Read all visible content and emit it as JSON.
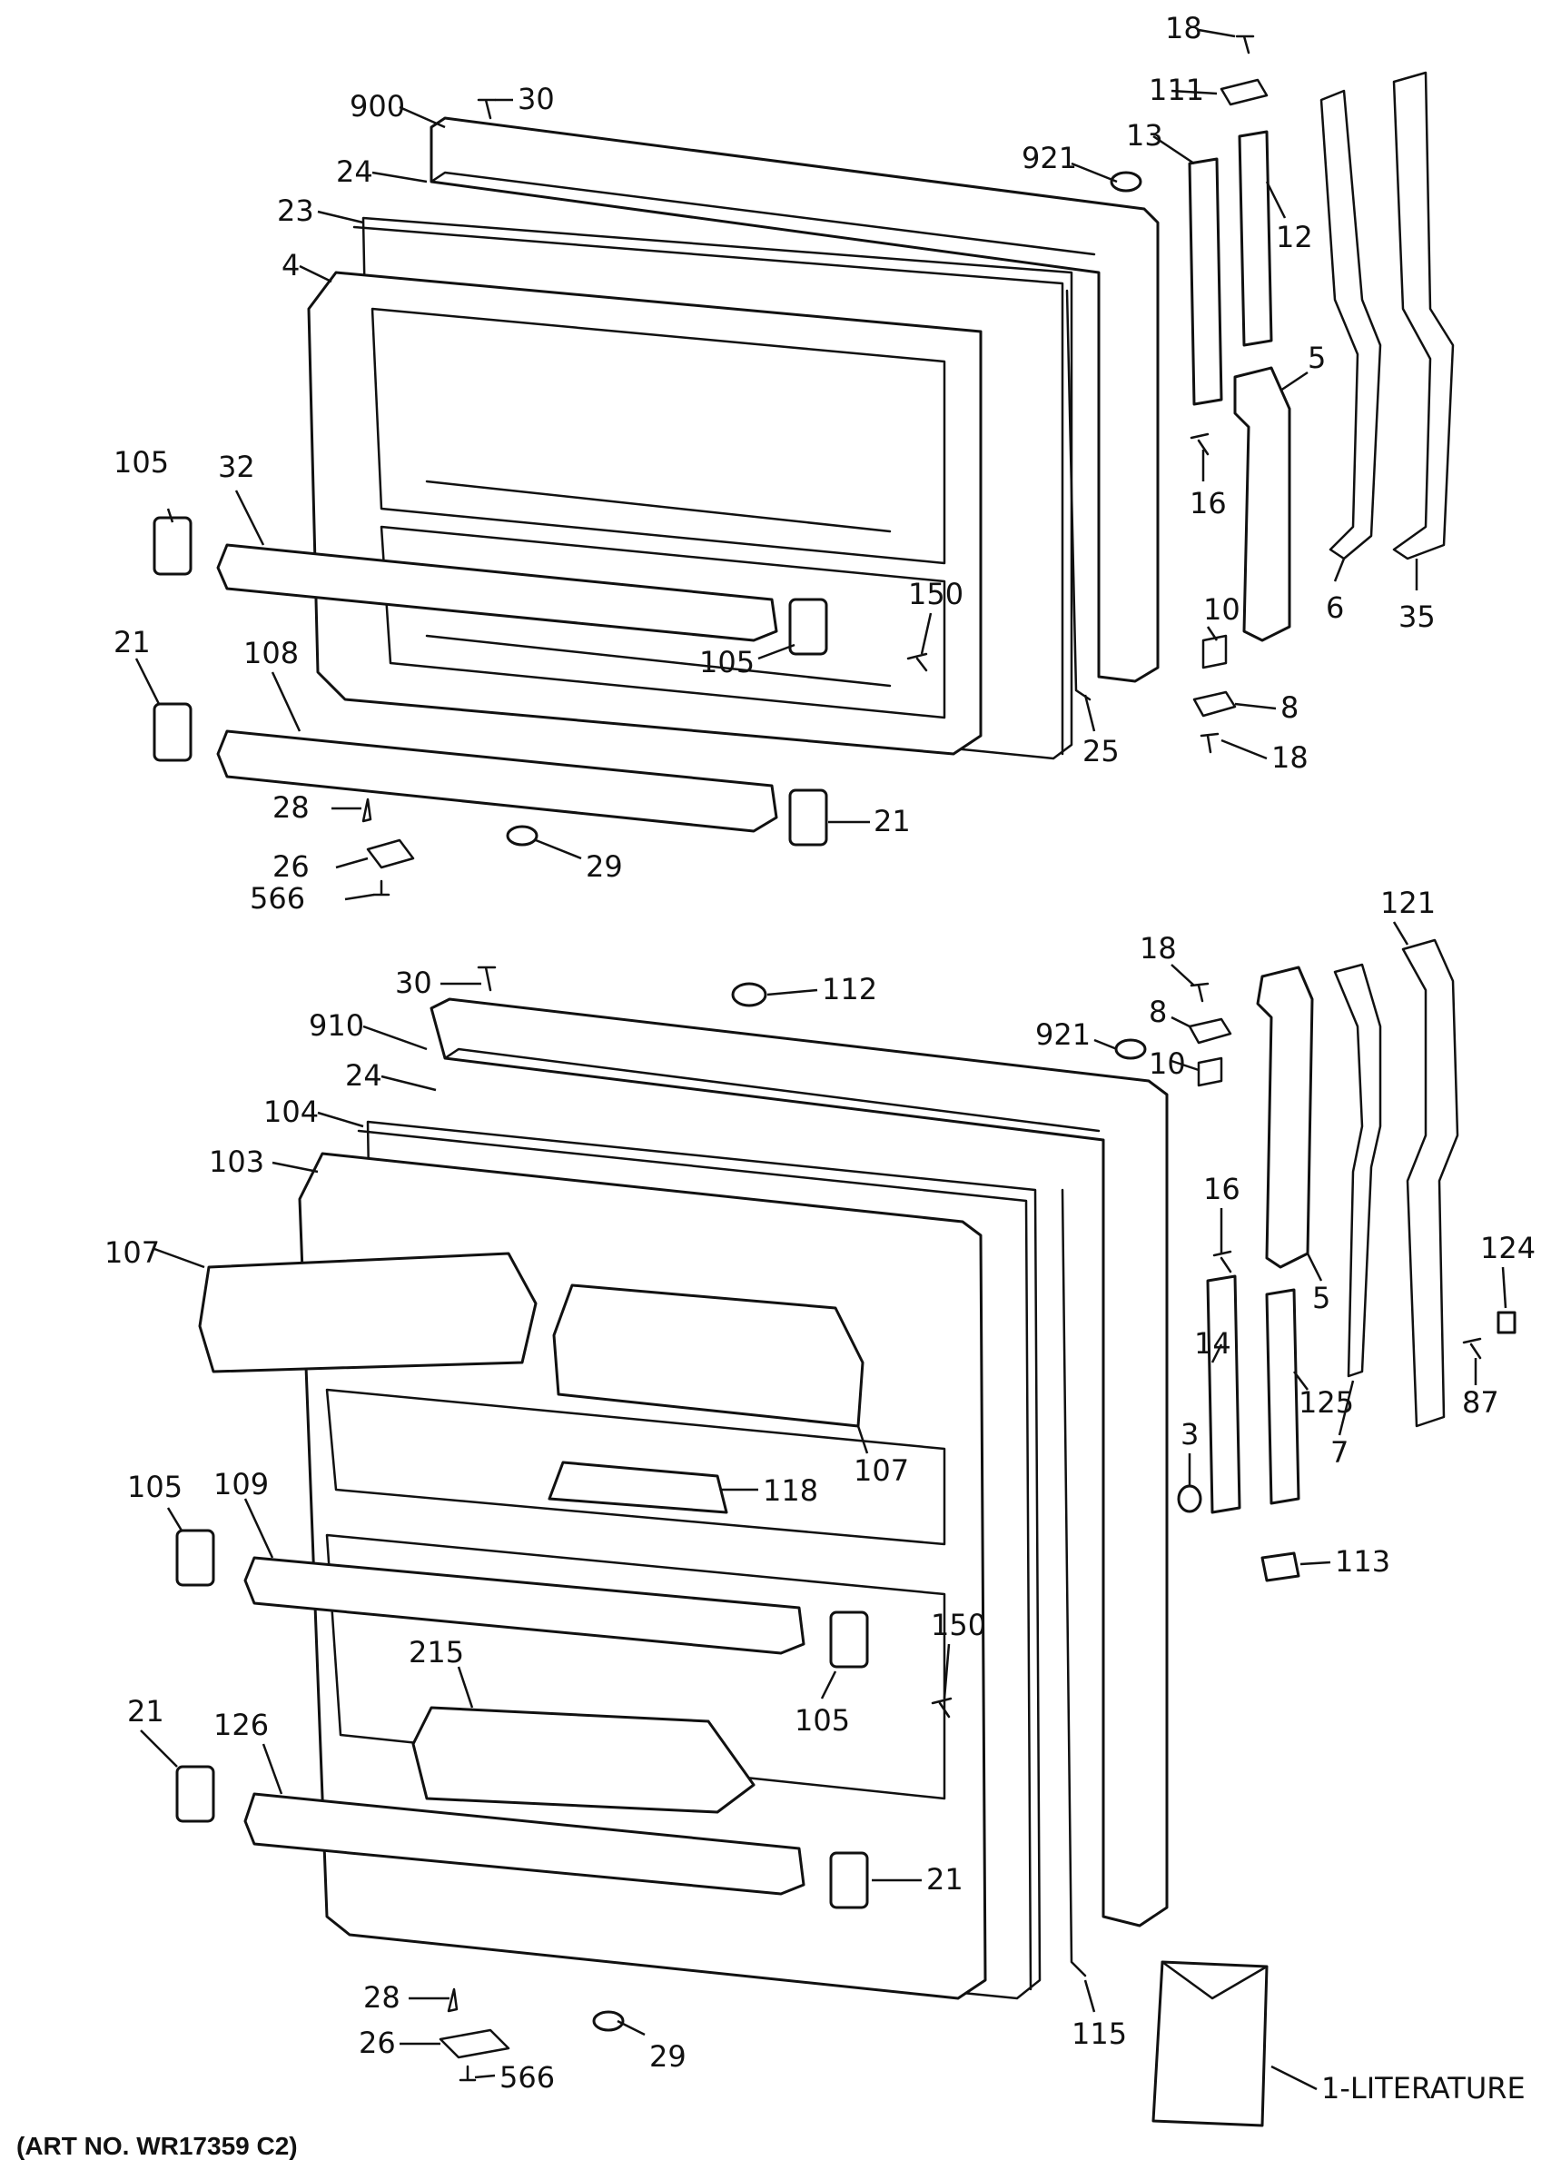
{
  "diagram": {
    "art_number": "(ART NO. WR17359 C2)",
    "freezer_door_callouts": [
      "18",
      "111",
      "13",
      "12",
      "921",
      "900",
      "30",
      "24",
      "23",
      "4",
      "5",
      "16",
      "105",
      "32",
      "10",
      "6",
      "35",
      "150",
      "105",
      "21",
      "108",
      "8",
      "18",
      "25",
      "28",
      "21",
      "26",
      "29",
      "566"
    ],
    "fresh_food_door_callouts": [
      "121",
      "18",
      "30",
      "112",
      "8",
      "921",
      "910",
      "10",
      "24",
      "104",
      "103",
      "16",
      "107",
      "5",
      "124",
      "14",
      "125",
      "87",
      "107",
      "3",
      "7",
      "118",
      "113",
      "105",
      "109",
      "150",
      "215",
      "105",
      "21",
      "126",
      "21",
      "28",
      "115",
      "26",
      "29",
      "566",
      "1-LITERATURE"
    ]
  }
}
